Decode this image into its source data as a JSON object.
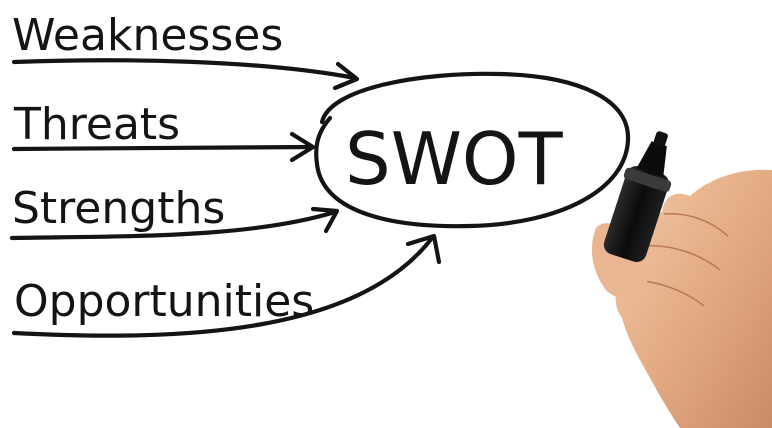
{
  "labels": {
    "weaknesses": "Weaknesses",
    "threats": "Threats",
    "strengths": "Strengths",
    "opportunities": "Opportunities"
  },
  "center": {
    "text": "SWOT"
  },
  "colors": {
    "ink": "#141414",
    "skin": "#e8b48f",
    "background": "#ffffff"
  }
}
